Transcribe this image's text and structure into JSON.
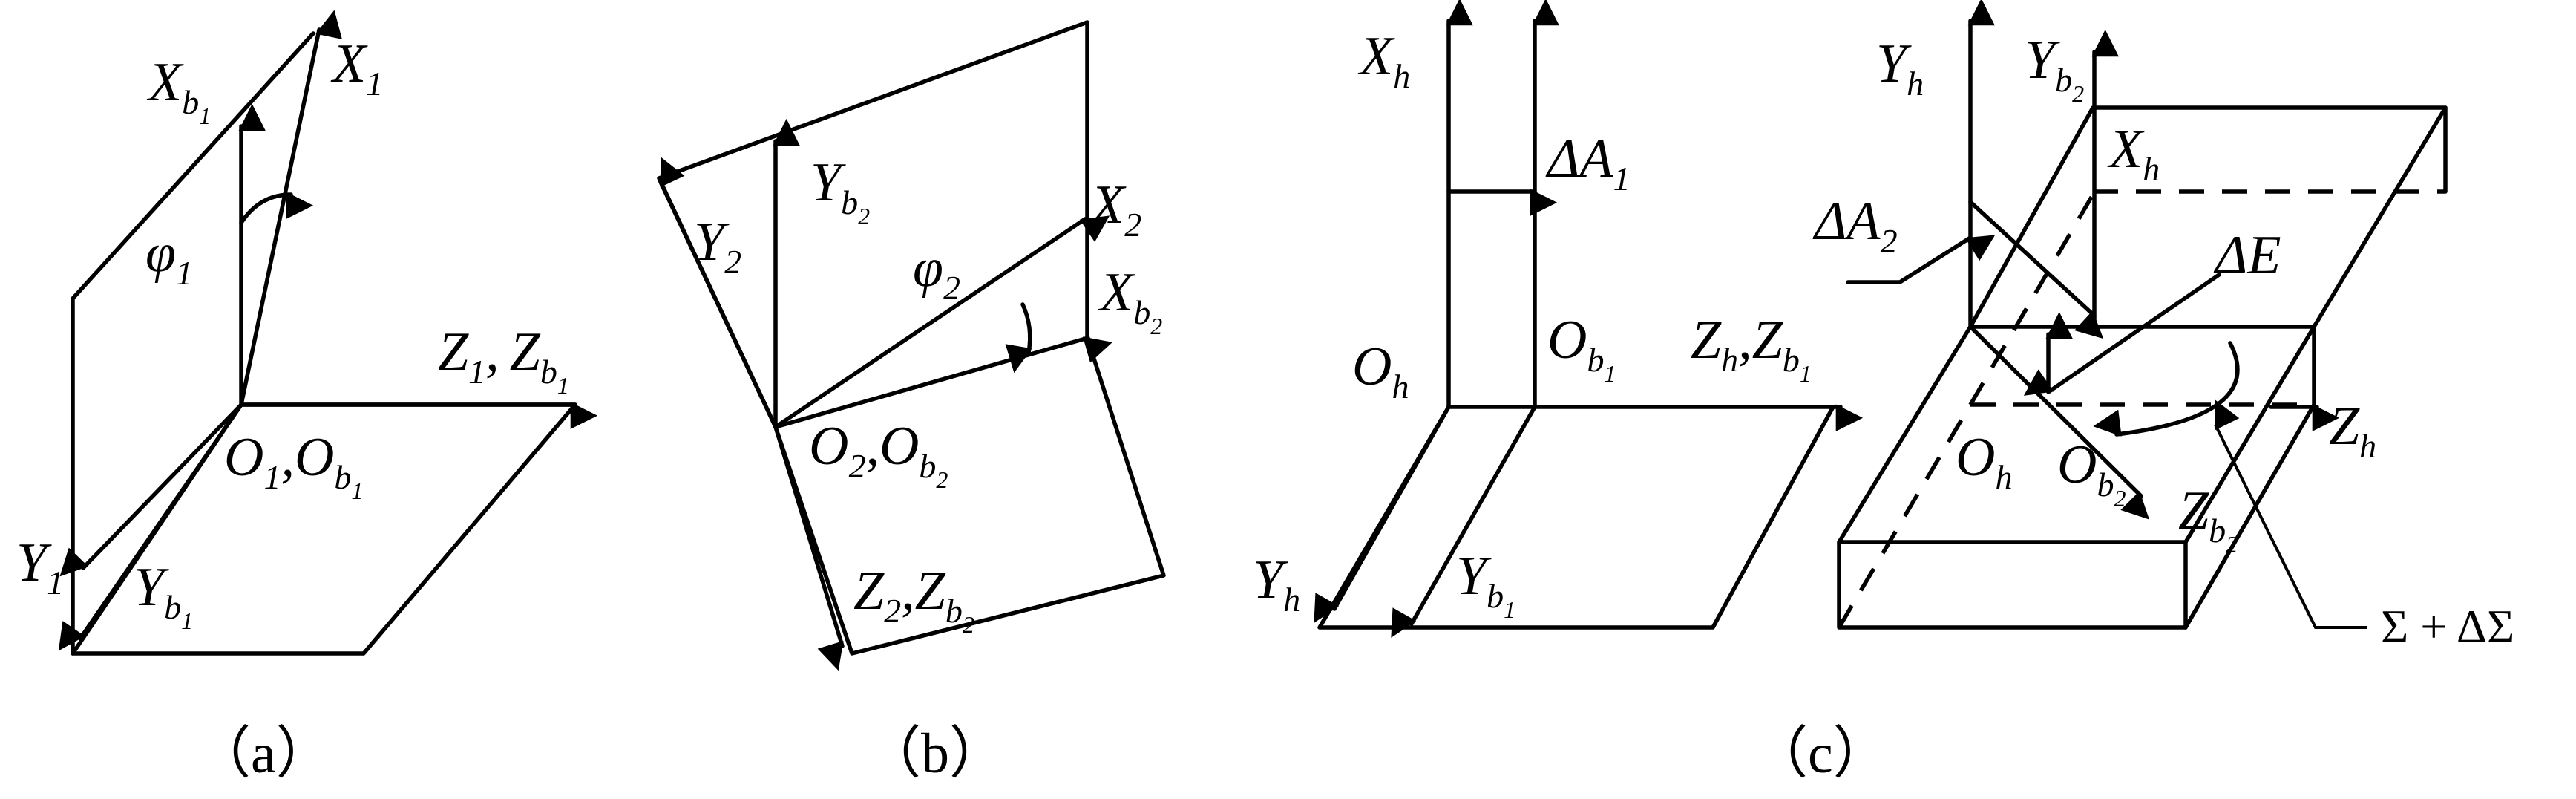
{
  "panels": {
    "a": {
      "caption": "（a）",
      "x1": "X",
      "x1_sub": "1",
      "xb1": "X",
      "xb1_sub": "b",
      "xb1_ss": "1",
      "phi": "φ",
      "phi_sub": "1",
      "z1": "Z",
      "z1_sub": "1",
      "comma": ",",
      "zb1": "Z",
      "zb1_sub": "b",
      "zb1_ss": "1",
      "o1": "O",
      "o1_sub": "1",
      "comma2": ",",
      "ob1": "O",
      "ob1_sub": "b",
      "ob1_ss": "1",
      "y1": "Y",
      "y1_sub": "1",
      "yb1": "Y",
      "yb1_sub": "b",
      "yb1_ss": "1"
    },
    "b": {
      "caption": "（b）",
      "y2": "Y",
      "y2_sub": "2",
      "yb2": "Y",
      "yb2_sub": "b",
      "yb2_ss": "2",
      "x2": "X",
      "x2_sub": "2",
      "phi": "φ",
      "phi_sub": "2",
      "xb2": "X",
      "xb2_sub": "b",
      "xb2_ss": "2",
      "o2": "O",
      "o2_sub": "2",
      "comma": ",",
      "ob2": "O",
      "ob2_sub": "b",
      "ob2_ss": "2",
      "z2": "Z",
      "z2_sub": "2",
      "comma2": ",",
      "zb2": "Z",
      "zb2_sub": "b",
      "zb2_ss": "2"
    },
    "c": {
      "caption": "（c）",
      "xh": "X",
      "xh_sub": "h",
      "da1": "ΔA",
      "da1_sub": "1",
      "oh": "O",
      "oh_sub": "h",
      "ob1": "O",
      "ob1_sub": "b",
      "ob1_ss": "1",
      "zh": "Z",
      "zh_sub": "h",
      "comma": ",",
      "zb1": "Z",
      "zb1_sub": "b",
      "zb1_ss": "1",
      "yh": "Y",
      "yh_sub": "h",
      "yb1": "Y",
      "yb1_sub": "b",
      "yb1_ss": "1",
      "yh2": "Y",
      "yh2_sub": "h",
      "yb2": "Y",
      "yb2_sub": "b",
      "yb2_ss": "2",
      "xh2": "X",
      "xh2_sub": "h",
      "da2": "ΔA",
      "da2_sub": "2",
      "de": "ΔE",
      "oh2": "O",
      "oh2_sub": "h",
      "ob2": "O",
      "ob2_sub": "b",
      "ob2_ss": "2",
      "zh2": "Z",
      "zh2_sub": "h",
      "zb2": "Z",
      "zb2_sub": "b",
      "zb2_ss": "2",
      "sigma": "Σ + ΔΣ"
    }
  }
}
